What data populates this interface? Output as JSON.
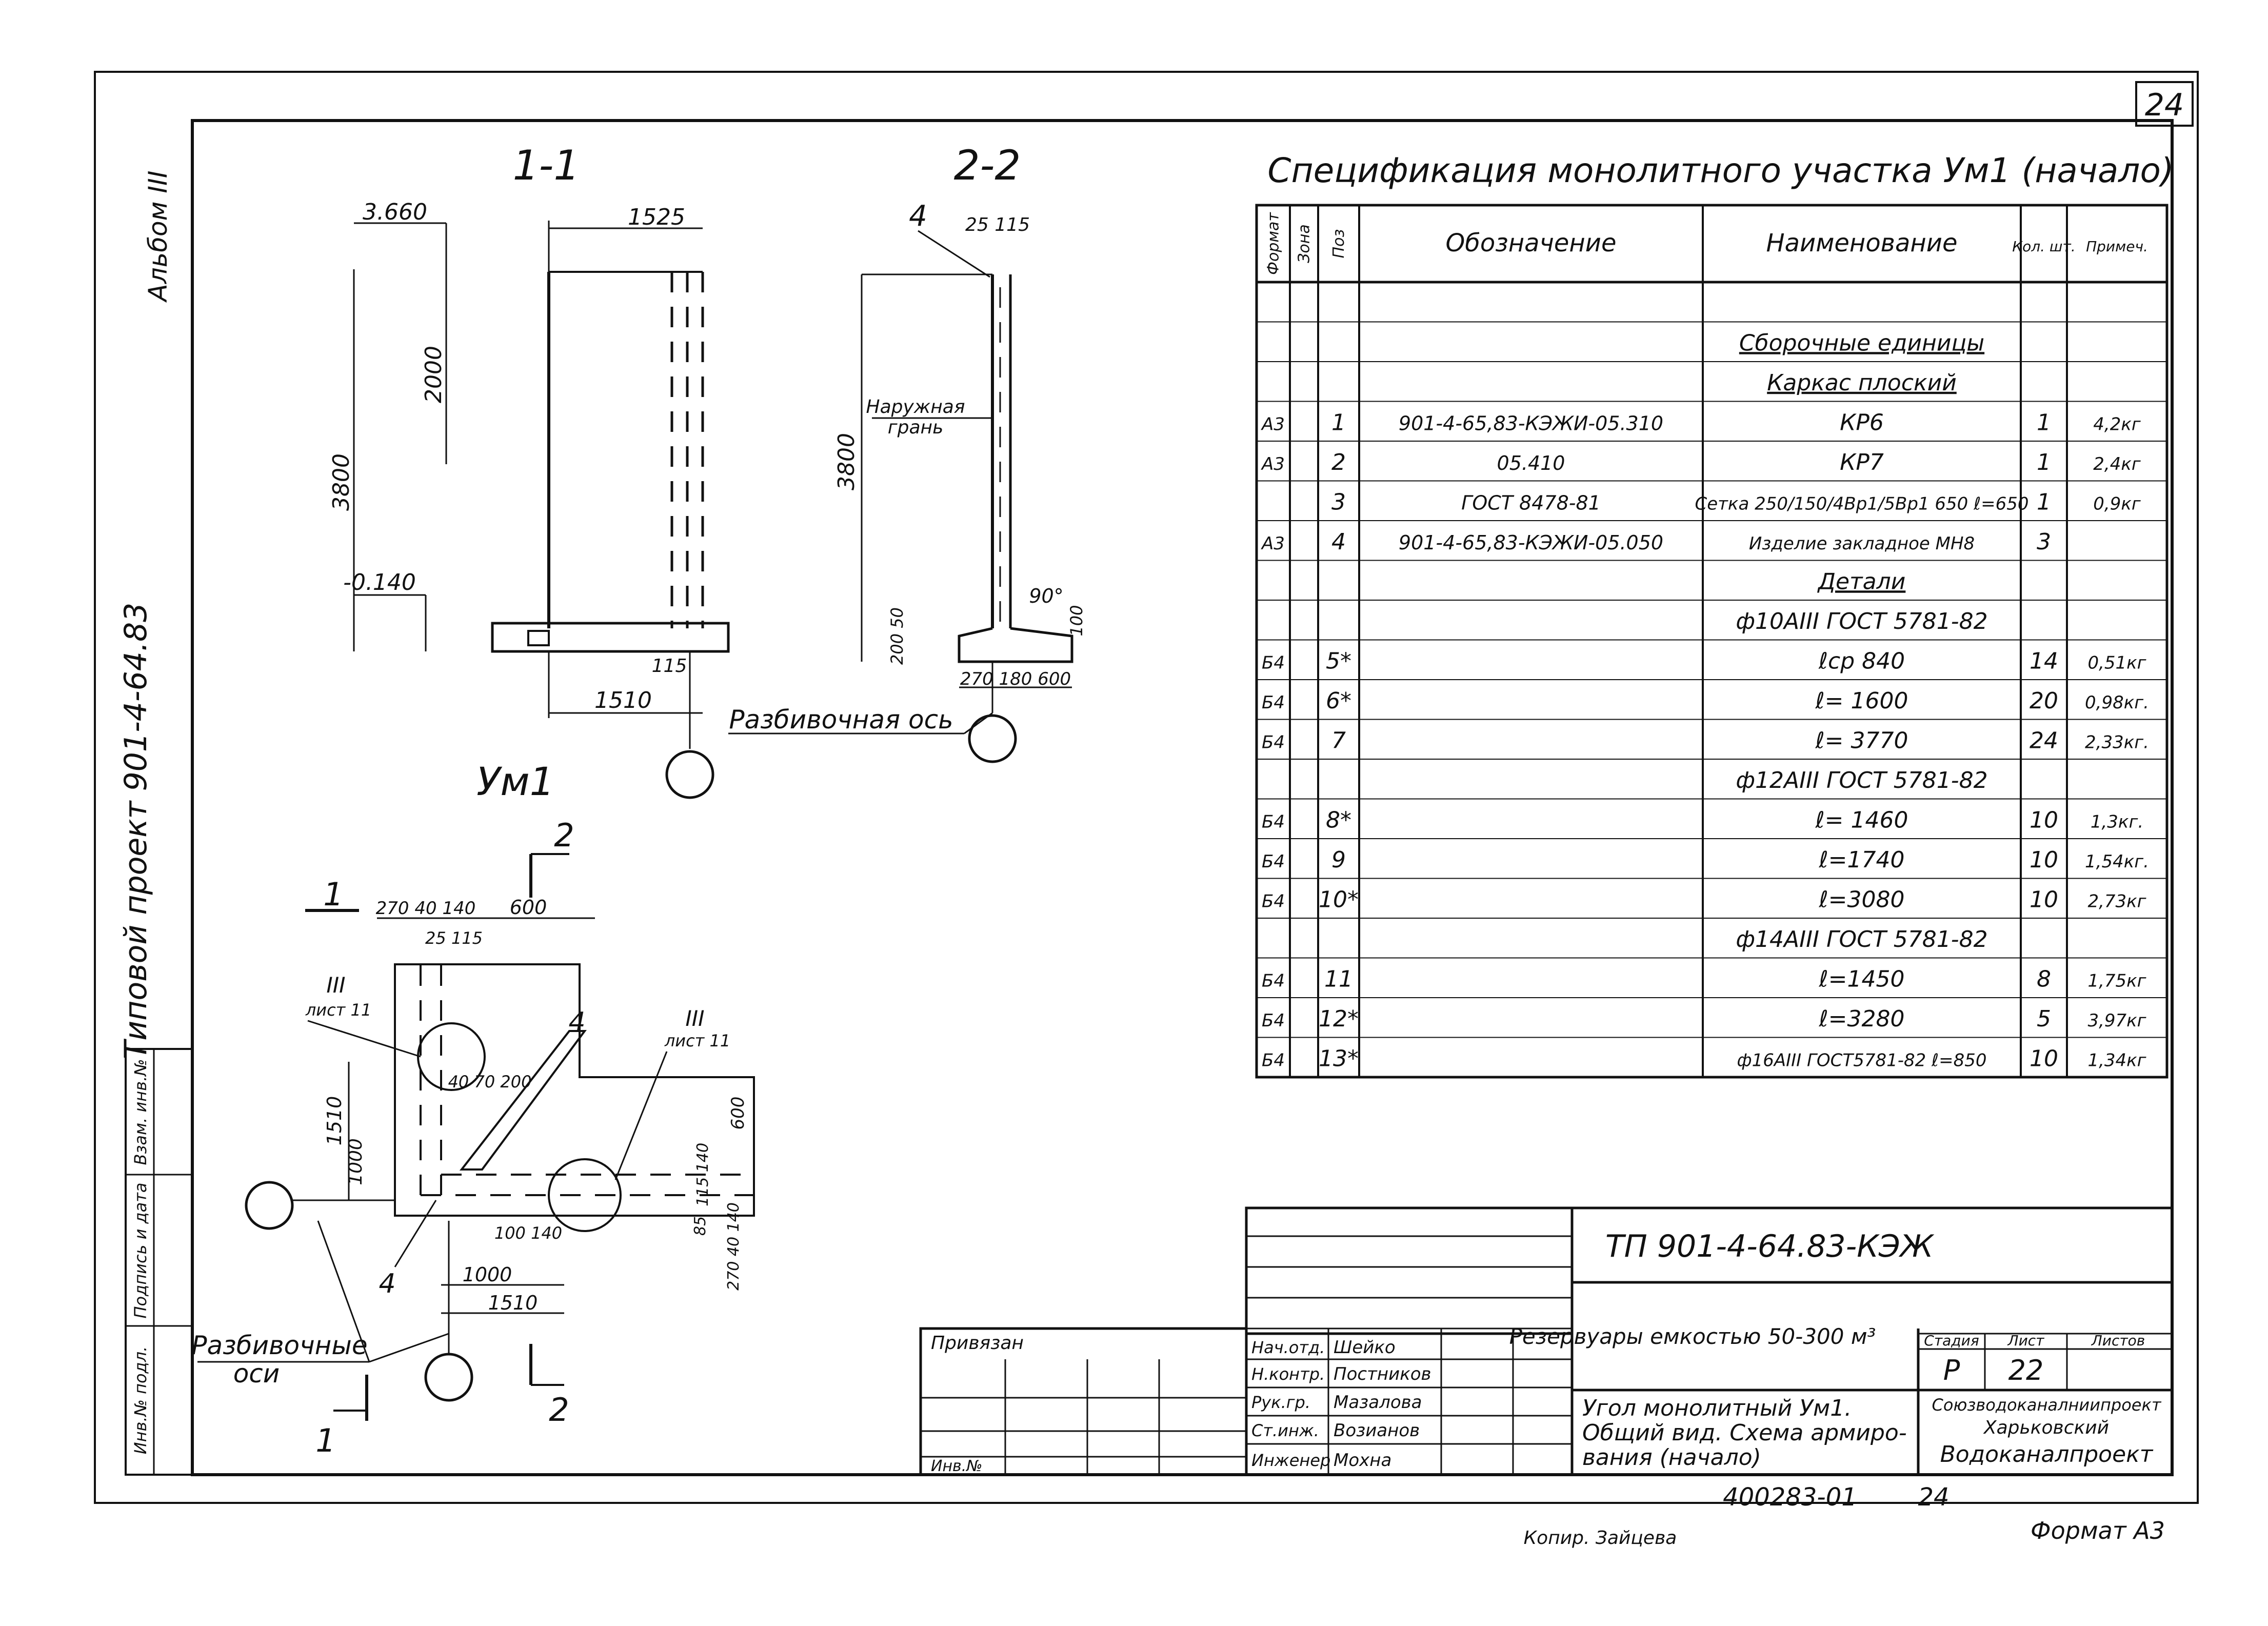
{
  "sheet_number": "24",
  "album_label": "Альбом III",
  "project_label": "Типовой проект 901-4-64.83",
  "side_stamp": [
    "Инв.№ подл.",
    "Подпись и дата",
    "Взам. инв.№"
  ],
  "section_1": {
    "title": "1-1",
    "elev_top": "3.660",
    "elev_bottom": "-0.140",
    "dim_width": "1525",
    "dim_2000": "2000",
    "dim_3800": "3800",
    "dim_115": "115",
    "dim_1510": "1510"
  },
  "section_2": {
    "title": "2-2",
    "pos": "4",
    "dim_top": "25 115",
    "dim_3800": "3800",
    "label_face_1": "Наружная",
    "label_face_2": "грань",
    "angle": "90°",
    "dim_100": "100",
    "dim_200_50": "200 50",
    "dim_bottom": "270 180 600",
    "axis_label": "Разбивочная ось"
  },
  "plan": {
    "title": "Ум1",
    "cut_1": "1",
    "cut_2": "2",
    "dim_top": "270 40 140",
    "dim_600": "600",
    "dim_25_115": "25 115",
    "node_ref_1_a": "III",
    "node_ref_1_b": "лист 11",
    "node_ref_2_a": "III",
    "node_ref_2_b": "лист 11",
    "pos_4": "4",
    "dim_1510_v": "1510",
    "dim_1000_v": "1000",
    "dim_inner": "40 70 200",
    "dim_600_v": "600",
    "dim_115_140": "115 140",
    "dim_85": "85",
    "dim_bottom_small": "270 40 140",
    "dim_100_140": "100 140",
    "dim_1000_h": "1000",
    "dim_1510_h": "1510",
    "axes_label_1": "Разбивочные",
    "axes_label_2": "оси"
  },
  "spec": {
    "title": "Спецификация монолитного участка Ум1 (начало)",
    "headers": [
      "Формат",
      "Зона",
      "Поз",
      "Обозначение",
      "Наименование",
      "Кол. шт.",
      "Примеч."
    ],
    "rows": [
      {
        "fmt": "",
        "zone": "",
        "pos": "",
        "designation": "",
        "name": "",
        "qty": "",
        "note": ""
      },
      {
        "fmt": "",
        "zone": "",
        "pos": "",
        "designation": "",
        "name": "Сборочные единицы",
        "qty": "",
        "note": ""
      },
      {
        "fmt": "",
        "zone": "",
        "pos": "",
        "designation": "",
        "name": "Каркас плоский",
        "qty": "",
        "note": ""
      },
      {
        "fmt": "А3",
        "zone": "",
        "pos": "1",
        "designation": "901-4-65,83-КЭЖИ-05.310",
        "name": "КР6",
        "qty": "1",
        "note": "4,2кг"
      },
      {
        "fmt": "А3",
        "zone": "",
        "pos": "2",
        "designation": "05.410",
        "name": "КР7",
        "qty": "1",
        "note": "2,4кг"
      },
      {
        "fmt": "",
        "zone": "",
        "pos": "3",
        "designation": "ГОСТ 8478-81",
        "name": "Сетка 250/150/4Вр1/5Вр1 650 ℓ=650",
        "qty": "1",
        "note": "0,9кг"
      },
      {
        "fmt": "А3",
        "zone": "",
        "pos": "4",
        "designation": "901-4-65,83-КЭЖИ-05.050",
        "name": "Изделие закладное МН8",
        "qty": "3",
        "note": ""
      },
      {
        "fmt": "",
        "zone": "",
        "pos": "",
        "designation": "",
        "name": "Детали",
        "qty": "",
        "note": ""
      },
      {
        "fmt": "",
        "zone": "",
        "pos": "",
        "designation": "",
        "name": "ф10АIII ГОСТ 5781-82",
        "qty": "",
        "note": ""
      },
      {
        "fmt": "Б4",
        "zone": "",
        "pos": "5*",
        "designation": "",
        "name": "ℓср 840",
        "qty": "14",
        "note": "0,51кг"
      },
      {
        "fmt": "Б4",
        "zone": "",
        "pos": "6*",
        "designation": "",
        "name": "ℓ= 1600",
        "qty": "20",
        "note": "0,98кг."
      },
      {
        "fmt": "Б4",
        "zone": "",
        "pos": "7",
        "designation": "",
        "name": "ℓ= 3770",
        "qty": "24",
        "note": "2,33кг."
      },
      {
        "fmt": "",
        "zone": "",
        "pos": "",
        "designation": "",
        "name": "ф12АIII ГОСТ 5781-82",
        "qty": "",
        "note": ""
      },
      {
        "fmt": "Б4",
        "zone": "",
        "pos": "8*",
        "designation": "",
        "name": "ℓ= 1460",
        "qty": "10",
        "note": "1,3кг."
      },
      {
        "fmt": "Б4",
        "zone": "",
        "pos": "9",
        "designation": "",
        "name": "ℓ=1740",
        "qty": "10",
        "note": "1,54кг."
      },
      {
        "fmt": "Б4",
        "zone": "",
        "pos": "10*",
        "designation": "",
        "name": "ℓ=3080",
        "qty": "10",
        "note": "2,73кг"
      },
      {
        "fmt": "",
        "zone": "",
        "pos": "",
        "designation": "",
        "name": "ф14АIII ГОСТ 5781-82",
        "qty": "",
        "note": ""
      },
      {
        "fmt": "Б4",
        "zone": "",
        "pos": "11",
        "designation": "",
        "name": "ℓ=1450",
        "qty": "8",
        "note": "1,75кг"
      },
      {
        "fmt": "Б4",
        "zone": "",
        "pos": "12*",
        "designation": "",
        "name": "ℓ=3280",
        "qty": "5",
        "note": "3,97кг"
      },
      {
        "fmt": "Б4",
        "zone": "",
        "pos": "13*",
        "designation": "",
        "name": "ф16АIII ГОСТ5781-82 ℓ=850",
        "qty": "10",
        "note": "1,34кг"
      }
    ]
  },
  "title_block": {
    "code": "ТП 901-4-64.83-КЭЖ",
    "bound": "Привязан",
    "inv": "Инв.№",
    "roles": [
      {
        "role": "Нач.отд.",
        "name": "Шейко"
      },
      {
        "role": "Н.контр.",
        "name": "Постников"
      },
      {
        "role": "Рук.гр.",
        "name": "Мазалова"
      },
      {
        "role": "Ст.инж.",
        "name": "Возианов"
      },
      {
        "role": "Инженер",
        "name": "Мохна"
      }
    ],
    "object": "Резервуары емкостью 50-300 м³",
    "drawing_title_1": "Угол монолитный Ум1.",
    "drawing_title_2": "Общий вид. Схема армиро-",
    "drawing_title_3": "вания (начало)",
    "stage_label": "Стадия",
    "sheet_label": "Лист",
    "sheets_label": "Листов",
    "stage": "Р",
    "sheet": "22",
    "org_1": "Союзводоканалниипроект",
    "org_2": "Харьковский",
    "org_3": "Водоканалпроект",
    "doc_number": "400283-01",
    "doc_sheet": "24",
    "copied": "Копир. Зайцева",
    "format": "Формат А3"
  }
}
